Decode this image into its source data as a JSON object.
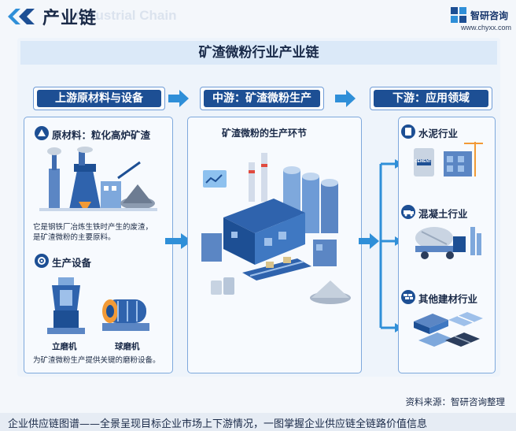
{
  "header": {
    "title": "产业链",
    "ghost_text": "Industrial Chain",
    "brand_name": "智研咨询",
    "brand_url": "www.chyxx.com"
  },
  "panel_title": "矿渣微粉行业产业链",
  "stages": {
    "upstream": "上游原材料与设备",
    "midstream": "中游：矿渣微粉生产",
    "downstream": "下游：应用领域"
  },
  "upstream": {
    "raw_label": "原材料：粒化高炉矿渣",
    "raw_desc_1": "它是钢铁厂冶炼生铁时产生的废渣，",
    "raw_desc_2": "是矿渣微粉的主要原料。",
    "equip_label": "生产设备",
    "equip_1": "立磨机",
    "equip_2": "球磨机",
    "equip_desc": "为矿渣微粉生产提供关键的磨粉设备。"
  },
  "midstream": {
    "title": "矿渣微粉的生产环节"
  },
  "downstream": {
    "items": [
      "水泥行业",
      "混凝土行业",
      "其他建材行业"
    ],
    "cement_bag_text": "CEMENT"
  },
  "source": "资料来源：智研咨询整理",
  "footer": "企业供应链图谱——全景呈现目标企业市场上下游情况，一图掌握企业供应链全链路价值信息",
  "colors": {
    "primary": "#1d4f94",
    "accent": "#2f8fd8",
    "border": "#7ea8dc"
  }
}
